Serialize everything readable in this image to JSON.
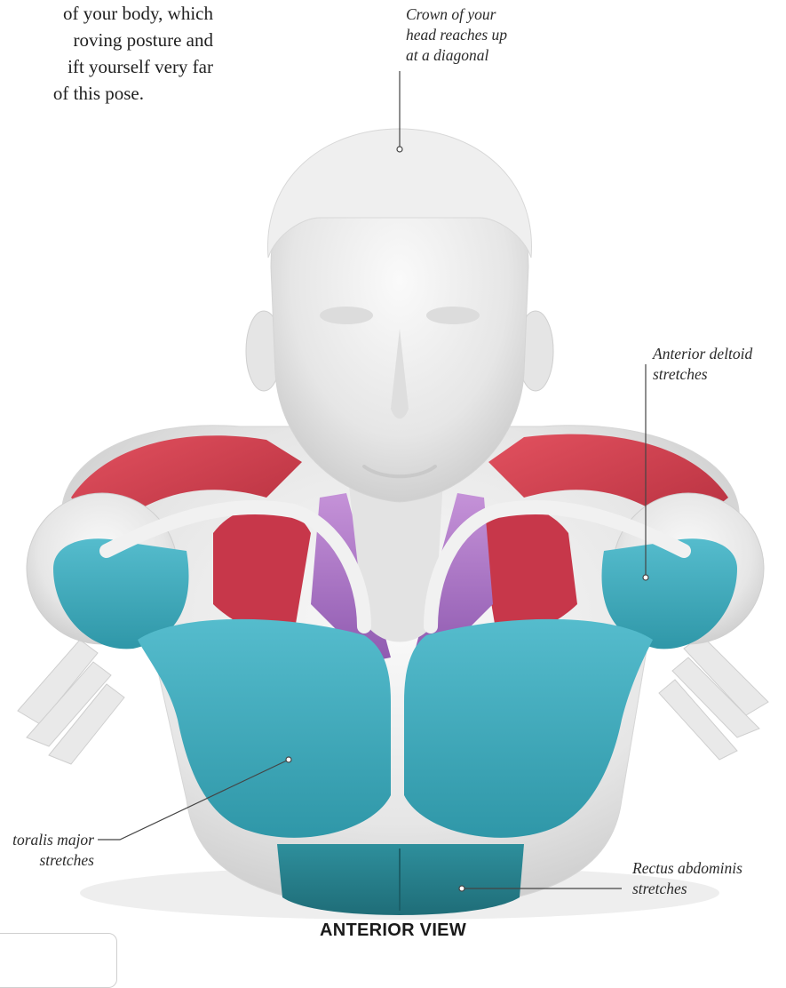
{
  "intro_text": {
    "lines": [
      "of your body, which",
      "roving posture and",
      "ift yourself very far",
      "of this pose."
    ]
  },
  "labels": {
    "crown": [
      "Crown of your",
      "head reaches up",
      "at a diagonal"
    ],
    "anterior_deltoid": [
      "Anterior deltoid",
      "stretches"
    ],
    "pectoralis_major": [
      "toralis major",
      "stretches"
    ],
    "rectus_abdominis": [
      "Rectus abdominis",
      "stretches"
    ]
  },
  "caption": "ANTERIOR VIEW",
  "colors": {
    "stretch_muscle": "#3fa6b8",
    "deep_stretch_muscle": "#2a8796",
    "active_muscle": "#d9404f",
    "neck_muscle": "#b07ac8",
    "body": "#ececec",
    "leader_line": "#444444"
  }
}
